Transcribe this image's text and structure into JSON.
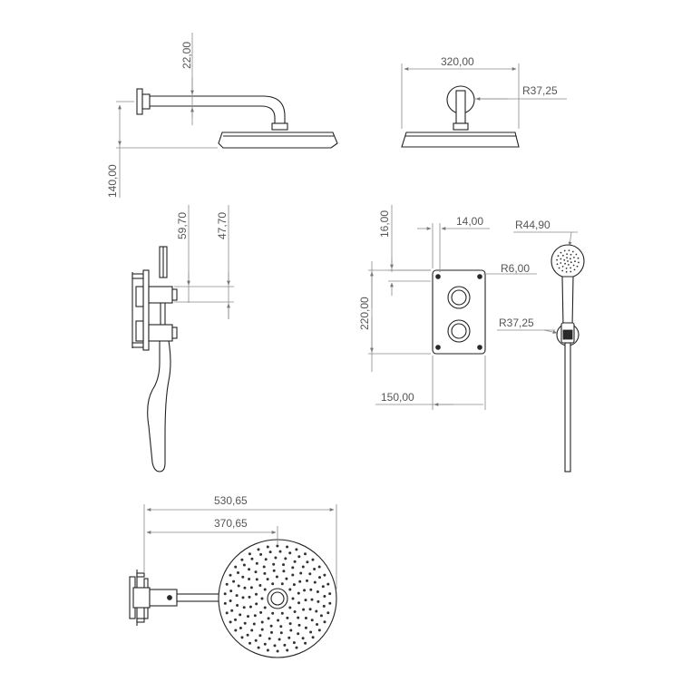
{
  "dimensions": {
    "arm_drop": "22,00",
    "arm_height": "140,00",
    "head_width": "320,00",
    "head_radius": "R37,25",
    "valve_offset_1": "59,70",
    "valve_offset_2": "47,70",
    "plate_top_offset": "16,00",
    "plate_side_offset": "14,00",
    "plate_height": "220,00",
    "plate_width": "150,00",
    "corner_radius": "R6,00",
    "hand_shower_radius": "R44,90",
    "holder_radius": "R37,25",
    "total_length": "530,65",
    "arm_length": "370,65"
  }
}
